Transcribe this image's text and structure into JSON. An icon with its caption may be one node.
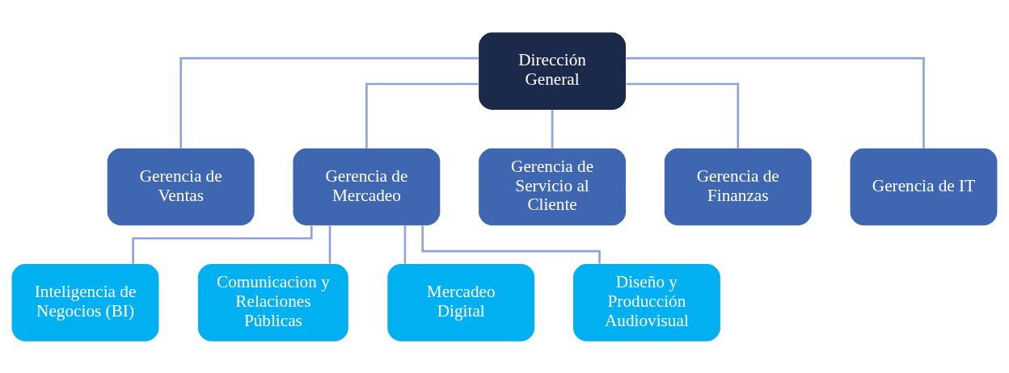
{
  "diagram": {
    "nodes": [
      {
        "text": [
          "Dirección General"
        ]
      },
      {
        "text": [
          "Gerencia de Ventas"
        ]
      },
      {
        "text": [
          "Gerencia de Mercadeo"
        ]
      },
      {
        "text": [
          "Gerencia de Servicio al Cliente"
        ]
      },
      {
        "text": [
          "Gerencia de Finanzas"
        ]
      },
      {
        "text": [
          "Gerencia de IT"
        ]
      },
      {
        "text": [
          "Inteligencia de Negocios (BI)"
        ]
      },
      {
        "text": [
          "Comunicacion y Relaciones Públicas"
        ]
      },
      {
        "text": [
          "Mercadeo Digital"
        ]
      },
      {
        "text": [
          "Diseño y Producción Audiovisual"
        ]
      }
    ],
    "edges": [
      {
        "from": 0,
        "to": 1,
        "arrow": "none"
      },
      {
        "from": 0,
        "to": 2,
        "arrow": "none"
      },
      {
        "from": 0,
        "to": 3,
        "arrow": "none"
      },
      {
        "from": 0,
        "to": 4,
        "arrow": "none"
      },
      {
        "from": 0,
        "to": 5,
        "arrow": "none"
      },
      {
        "from": 2,
        "to": 6,
        "arrow": "none"
      },
      {
        "from": 2,
        "to": 7,
        "arrow": "none"
      },
      {
        "from": 2,
        "to": 8,
        "arrow": "none"
      },
      {
        "from": 2,
        "to": 9,
        "arrow": "none"
      }
    ]
  }
}
